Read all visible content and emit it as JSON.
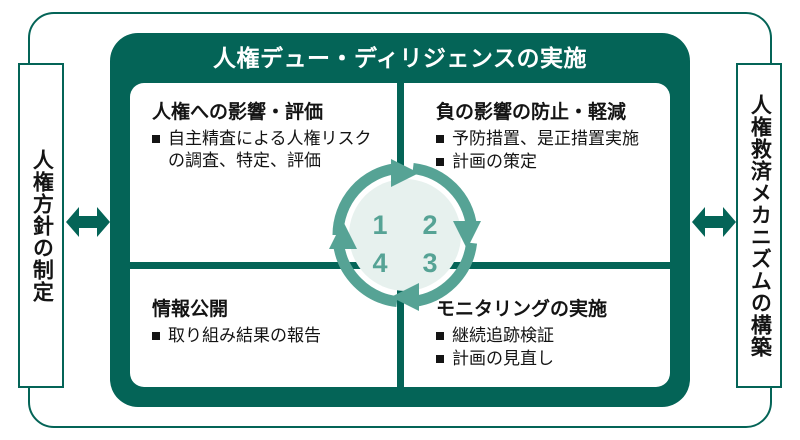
{
  "colors": {
    "dark_teal": "#046457",
    "arc_teal": "#56a395",
    "arc_fill": "#e7f1ee",
    "text_black": "#141414",
    "white": "#ffffff"
  },
  "frame": {
    "title": "人権デュー・ディリジェンスの実施"
  },
  "left_box": {
    "label": "人権方針の制定"
  },
  "right_box": {
    "label": "人権救済メカニズムの構築"
  },
  "quadrants": [
    {
      "id": "q1",
      "position": "top-left",
      "title": "人権への影響・評価",
      "bullets": [
        "自主精査による人権リスク の調査、特定、評価"
      ]
    },
    {
      "id": "q2",
      "position": "top-right",
      "title": "負の影響の防止・軽減",
      "bullets": [
        "予防措置、是正措置実施",
        "計画の策定"
      ]
    },
    {
      "id": "q3",
      "position": "bottom-left",
      "title": "情報公開",
      "bullets": [
        "取り組み結果の報告"
      ]
    },
    {
      "id": "q4",
      "position": "bottom-right",
      "title": "モニタリングの実施",
      "bullets": [
        "継続追跡検証",
        "計画の見直し"
      ]
    }
  ],
  "cycle": {
    "numbers": [
      "1",
      "2",
      "3",
      "4"
    ],
    "direction": "clockwise"
  },
  "bullet_lines": {
    "q1_line1": "自主精査による人権リスク",
    "q1_line2": "の調査、特定、評価",
    "q2_b1": "予防措置、是正措置実施",
    "q2_b2": "計画の策定",
    "q3_b1": "取り組み結果の報告",
    "q4_b1": "継続追跡検証",
    "q4_b2": "計画の見直し"
  }
}
